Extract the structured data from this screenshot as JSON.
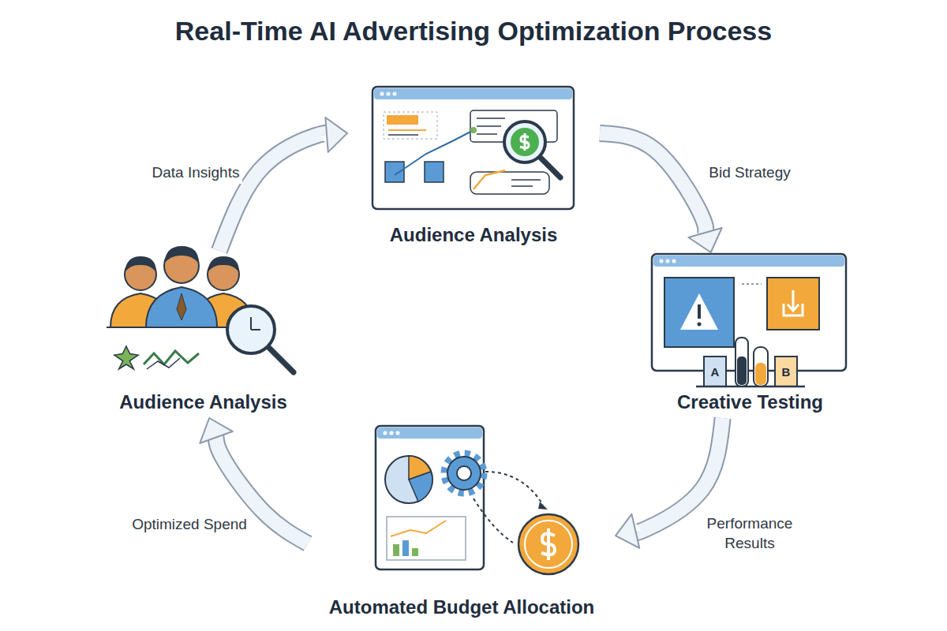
{
  "diagram": {
    "title": "Real-Time AI Advertising Optimization Process",
    "nodes": [
      {
        "text": [
          "Audience Analysis"
        ]
      },
      {
        "text": [
          "Creative Testing"
        ]
      },
      {
        "text": [
          "Automated Budget Allocation"
        ]
      },
      {
        "text": [
          "Audience Analysis"
        ]
      }
    ],
    "edges": [
      {
        "from": 3,
        "to": 0,
        "label": "Data Insights",
        "arrow": "to"
      },
      {
        "from": 0,
        "to": 1,
        "label": "Bid Strategy",
        "arrow": "to"
      },
      {
        "from": 1,
        "to": 2,
        "label": "Performance Results",
        "arrow": "to"
      },
      {
        "from": 2,
        "to": 3,
        "label": "Optimized Spend",
        "arrow": "to"
      }
    ],
    "labels": [
      "A",
      "B"
    ]
  }
}
